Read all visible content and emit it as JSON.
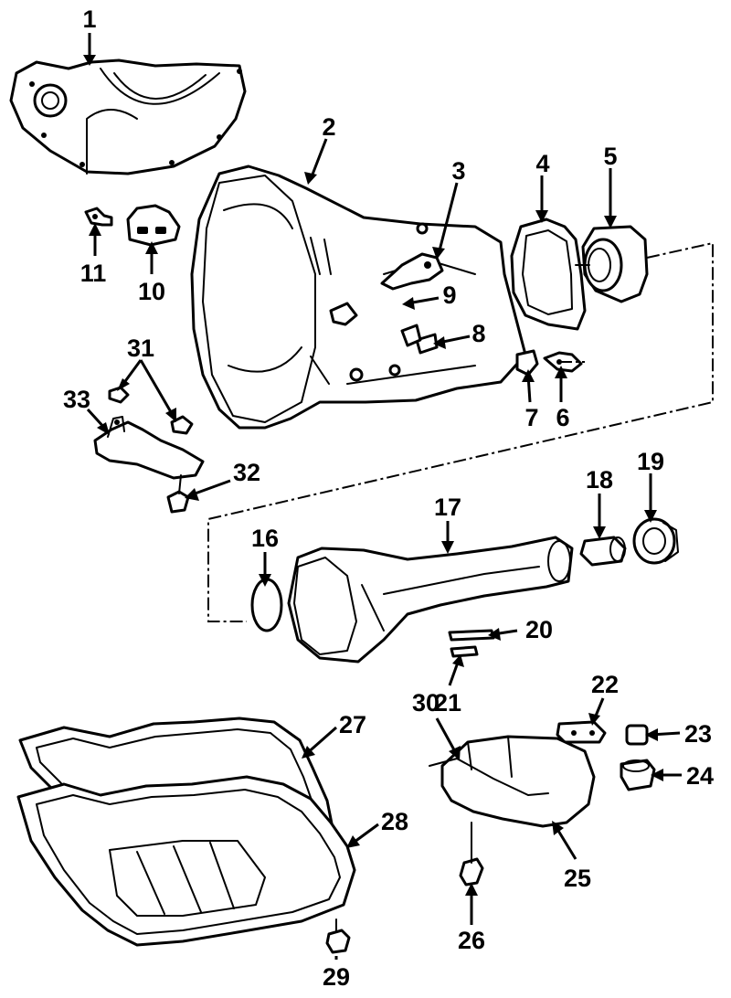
{
  "callouts": [
    {
      "id": "c1",
      "label": "1"
    },
    {
      "id": "c2",
      "label": "2"
    },
    {
      "id": "c3",
      "label": "3"
    },
    {
      "id": "c4",
      "label": "4"
    },
    {
      "id": "c5",
      "label": "5"
    },
    {
      "id": "c6",
      "label": "6"
    },
    {
      "id": "c7",
      "label": "7"
    },
    {
      "id": "c8",
      "label": "8"
    },
    {
      "id": "c9",
      "label": "9"
    },
    {
      "id": "c10",
      "label": "10"
    },
    {
      "id": "c11",
      "label": "11"
    },
    {
      "id": "c16",
      "label": "16"
    },
    {
      "id": "c17",
      "label": "17"
    },
    {
      "id": "c18",
      "label": "18"
    },
    {
      "id": "c19",
      "label": "19"
    },
    {
      "id": "c20",
      "label": "20"
    },
    {
      "id": "c21",
      "label": "21"
    },
    {
      "id": "c22",
      "label": "22"
    },
    {
      "id": "c23",
      "label": "23"
    },
    {
      "id": "c24",
      "label": "24"
    },
    {
      "id": "c25",
      "label": "25"
    },
    {
      "id": "c26",
      "label": "26"
    },
    {
      "id": "c27",
      "label": "27"
    },
    {
      "id": "c28",
      "label": "28"
    },
    {
      "id": "c29",
      "label": "29"
    },
    {
      "id": "c30",
      "label": "30"
    },
    {
      "id": "c31",
      "label": "31"
    },
    {
      "id": "c32",
      "label": "32"
    },
    {
      "id": "c33",
      "label": "33"
    }
  ]
}
